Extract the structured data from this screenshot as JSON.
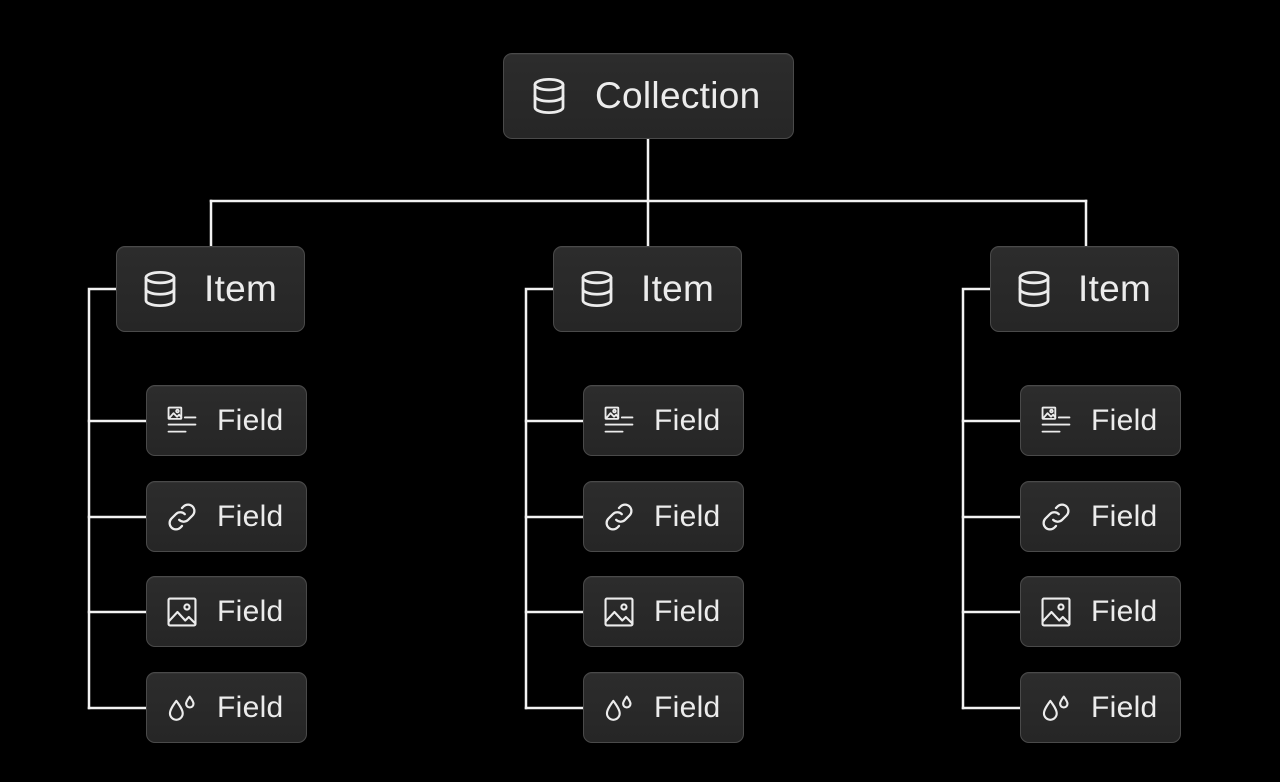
{
  "colors": {
    "background": "#000000",
    "node_fill": "#2a2a2a",
    "node_border": "#4a4a4a",
    "text": "#ececec",
    "connector": "#f2f2f2"
  },
  "root": {
    "label": "Collection",
    "icon": "database-icon"
  },
  "items": [
    {
      "label": "Item",
      "icon": "database-icon",
      "fields": [
        {
          "label": "Field",
          "icon": "text-image-icon"
        },
        {
          "label": "Field",
          "icon": "link-icon"
        },
        {
          "label": "Field",
          "icon": "image-icon"
        },
        {
          "label": "Field",
          "icon": "color-drops-icon"
        }
      ]
    },
    {
      "label": "Item",
      "icon": "database-icon",
      "fields": [
        {
          "label": "Field",
          "icon": "text-image-icon"
        },
        {
          "label": "Field",
          "icon": "link-icon"
        },
        {
          "label": "Field",
          "icon": "image-icon"
        },
        {
          "label": "Field",
          "icon": "color-drops-icon"
        }
      ]
    },
    {
      "label": "Item",
      "icon": "database-icon",
      "fields": [
        {
          "label": "Field",
          "icon": "text-image-icon"
        },
        {
          "label": "Field",
          "icon": "link-icon"
        },
        {
          "label": "Field",
          "icon": "image-icon"
        },
        {
          "label": "Field",
          "icon": "color-drops-icon"
        }
      ]
    }
  ]
}
